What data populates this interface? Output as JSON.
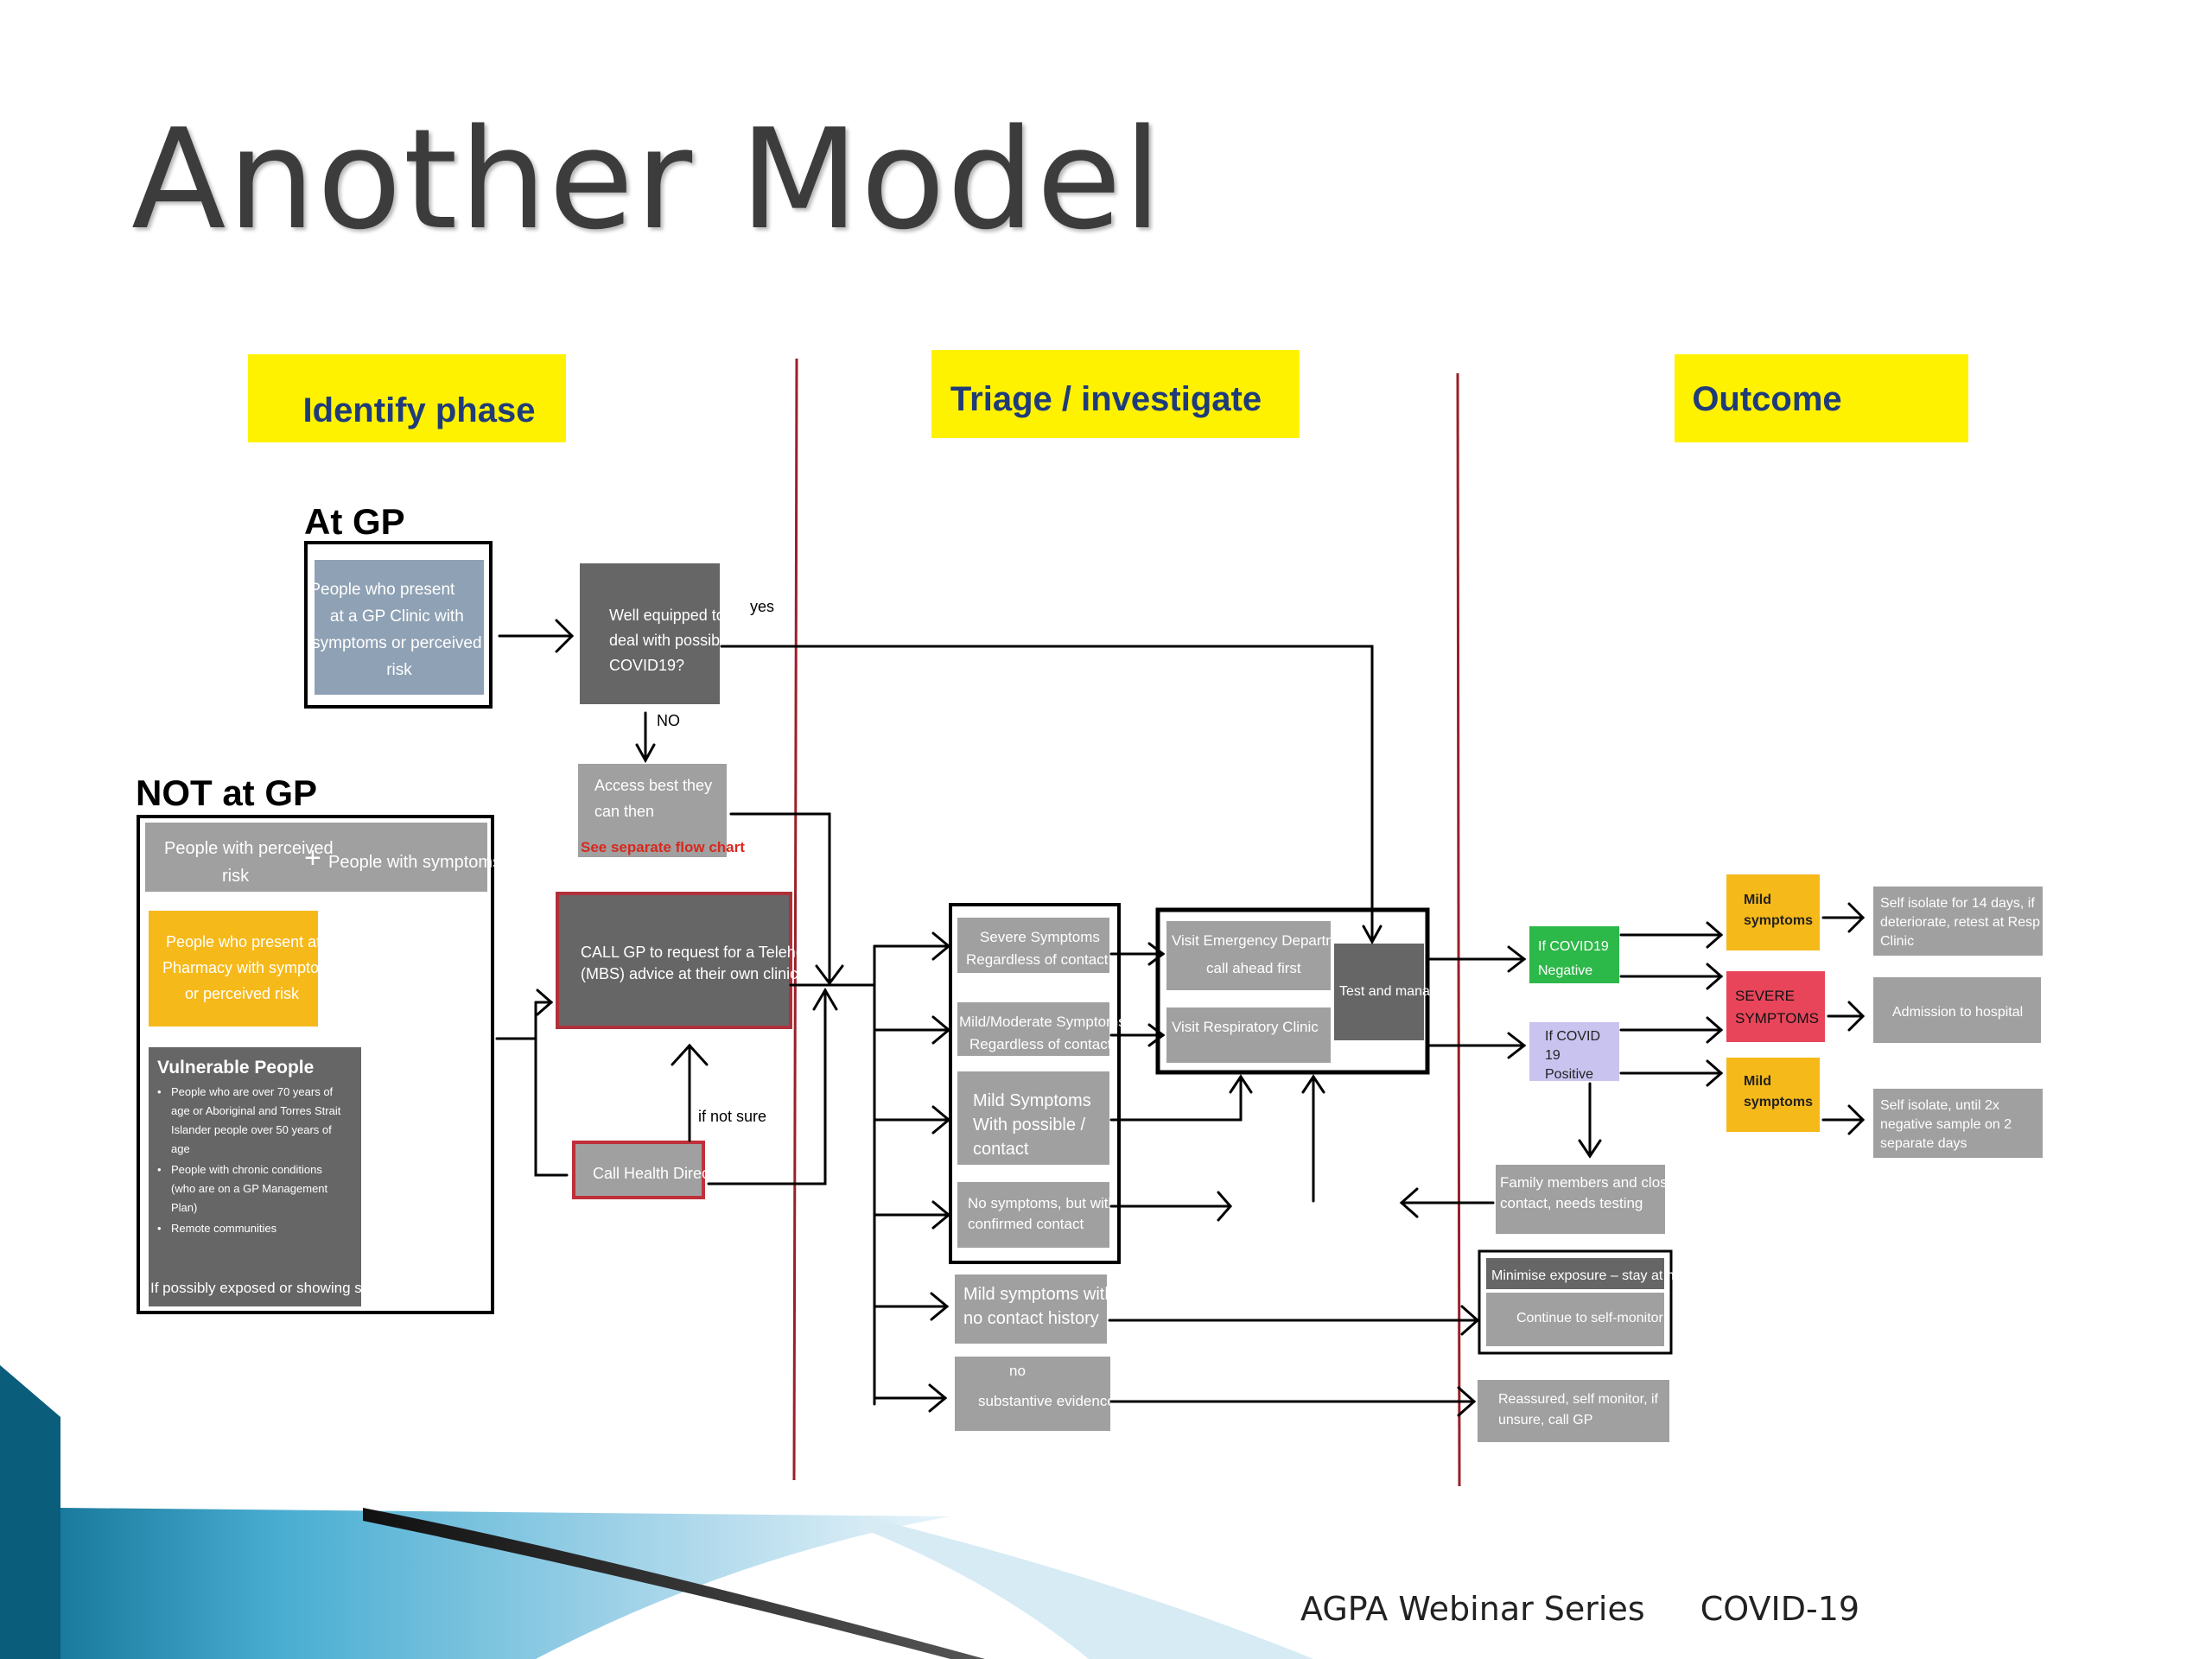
{
  "slide": {
    "title": "Another Model",
    "footer_series": "AGPA Webinar Series",
    "footer_topic": "COVID-19"
  },
  "phases": {
    "identify": "Identify phase",
    "triage": "Triage / investigate",
    "outcome": "Outcome"
  },
  "section_labels": {
    "at_gp": "At GP",
    "not_at_gp": "NOT at GP"
  },
  "identify": {
    "present_gp": [
      "People who present",
      "at a GP Clinic with",
      "symptoms or perceived",
      "risk"
    ],
    "well_equipped": [
      "Well equipped to",
      "deal with possible",
      "COVID19?"
    ],
    "yes_label": "yes",
    "no_label": "NO",
    "access_best": [
      "Access best they",
      "can then"
    ],
    "see_flow": "See separate flow chart",
    "perceived_risk": [
      "People with perceived",
      "risk"
    ],
    "plus_sign": "+",
    "with_symptoms": "People with symptoms",
    "pharmacy": [
      "People who present at a",
      "Pharmacy with symptoms",
      "or perceived risk"
    ],
    "vulnerable_title": "Vulnerable People",
    "vulnerable_items": [
      "People who are over 70 years of",
      "age or Aboriginal and Torres Strait",
      "Islander people over 50 years of",
      "age",
      "People with chronic conditions",
      "(who are on a GP Management",
      "Plan)",
      "Remote communities"
    ],
    "exposed_note": "If possibly exposed or showing symptoms",
    "call_gp": [
      "CALL GP to request for a Telehealth",
      "(MBS) advice at their own clinic"
    ],
    "if_not_sure": "if not sure",
    "call_health_direct": "Call Health Direct"
  },
  "triage": {
    "severe": [
      "Severe Symptoms",
      "Regardless of contact"
    ],
    "mild_moderate": [
      "Mild/Moderate Symptoms",
      "Regardless of contact"
    ],
    "mild_possible": [
      "Mild Symptoms",
      "With possible /",
      "contact"
    ],
    "no_symptoms": [
      "No symptoms, but with",
      "confirmed contact"
    ],
    "mild_no_contact": [
      "Mild symptoms with",
      "no contact history"
    ],
    "no_evidence": [
      "no",
      "substantive evidence"
    ],
    "visit_ed": [
      "Visit Emergency Department",
      "call ahead first"
    ],
    "visit_resp": "Visit Respiratory  Clinic",
    "test_manage": "Test and manage"
  },
  "outcome": {
    "negative": [
      "If COVID19",
      "Negative"
    ],
    "positive": [
      "If COVID",
      "19",
      "Positive"
    ],
    "mild1": [
      "Mild",
      "symptoms"
    ],
    "severe": [
      "SEVERE",
      "SYMPTOMS"
    ],
    "mild2": [
      "Mild",
      "symptoms"
    ],
    "self_isolate_14": [
      "Self isolate for 14 days, if",
      "deteriorate, retest at Resp",
      "Clinic"
    ],
    "admission": "Admission to hospital",
    "self_isolate_2x": [
      "Self isolate, until 2x",
      "negative sample on 2",
      "separate days"
    ],
    "family": [
      "Family members and close",
      "contact, needs testing"
    ],
    "minimise": "Minimise exposure – stay at home",
    "continue_monitor": "Continue to self-monitor",
    "reassured": [
      "Reassured, self monitor, if",
      "unsure, call GP"
    ]
  },
  "colors": {
    "yellow": "#fff200",
    "box_grey": "#8c8c8c",
    "dark_grey": "#666666",
    "blue_grey": "#8fa1b4",
    "orange": "#f6b91a",
    "red_box": "#e8455a",
    "green": "#2db84a",
    "lavender": "#c9c3ef",
    "divider": "#9a1f28"
  }
}
